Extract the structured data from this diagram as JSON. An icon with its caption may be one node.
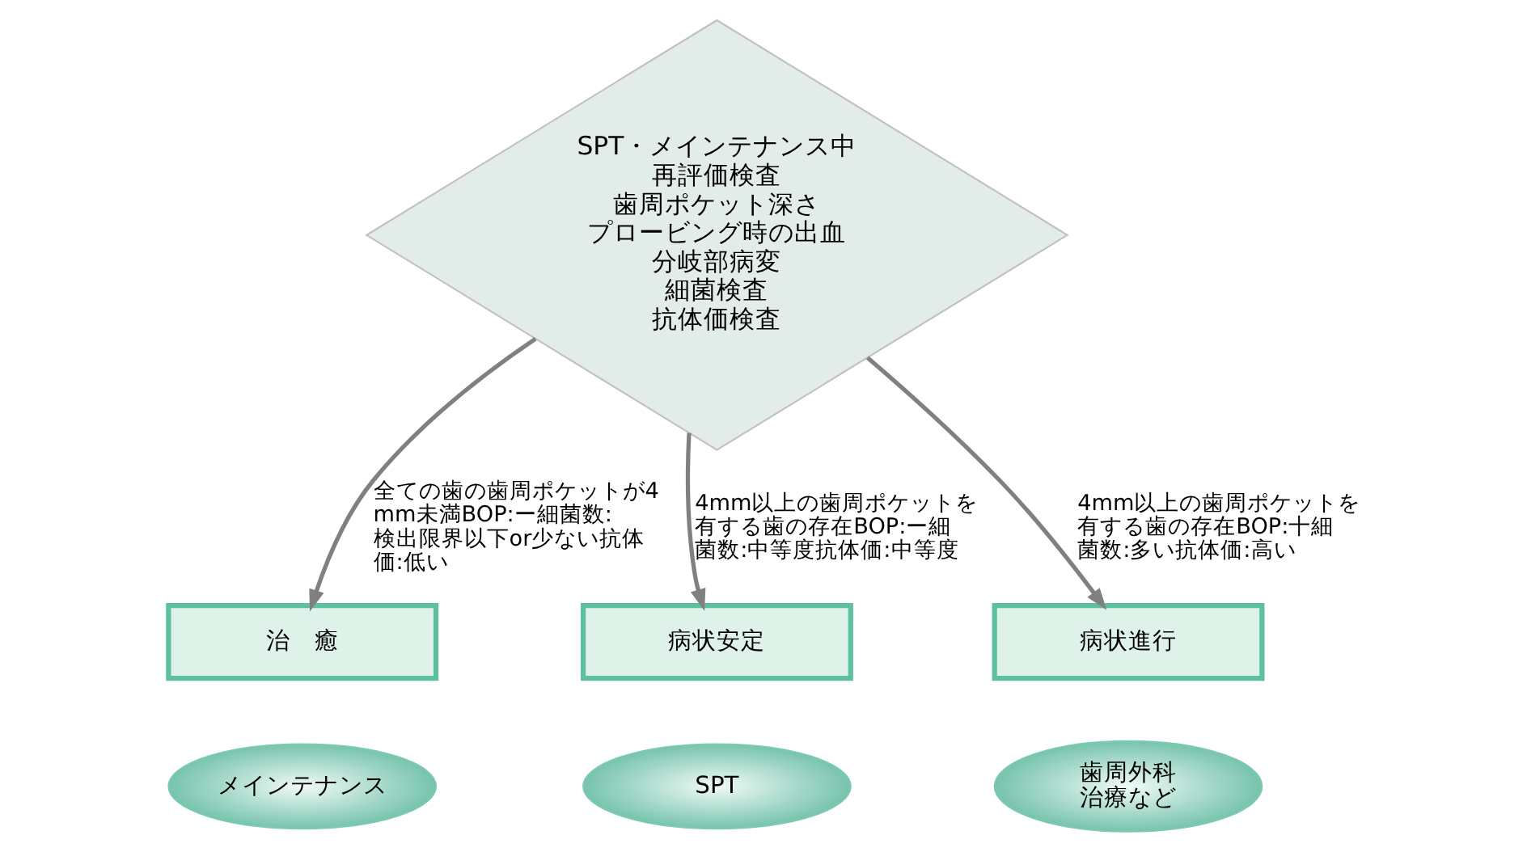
{
  "diagram": {
    "nodes": [
      {
        "text": [
          "SPT・メインテナンス中",
          "再評価検査",
          "歯周ポケット深さ",
          "プロービング時の出血",
          "分岐部病変",
          "細菌検査",
          "抗体価検査"
        ]
      },
      {
        "text": [
          "治　癒"
        ]
      },
      {
        "text": [
          "病状安定"
        ]
      },
      {
        "text": [
          "病状進行"
        ]
      },
      {
        "text": [
          "メインテナンス"
        ]
      },
      {
        "text": [
          "SPT"
        ]
      },
      {
        "text": [
          "歯周外科治療など"
        ]
      }
    ],
    "edges": [
      {
        "from": 0,
        "to": 1,
        "arrow": "to",
        "label": "全ての歯の歯周ポケットが4mm未満BOP:ー細菌数:検出限界以下or少ない抗体価:低い"
      },
      {
        "from": 0,
        "to": 2,
        "arrow": "to",
        "label": "4mm以上の歯周ポケットを有する歯の存在BOP:ー細菌数:中等度抗体価:中等度"
      },
      {
        "from": 0,
        "to": 3,
        "arrow": "to",
        "label": "4mm以上の歯周ポケットを有する歯の存在BOP:十細菌数:多い抗体価:高い"
      }
    ]
  }
}
